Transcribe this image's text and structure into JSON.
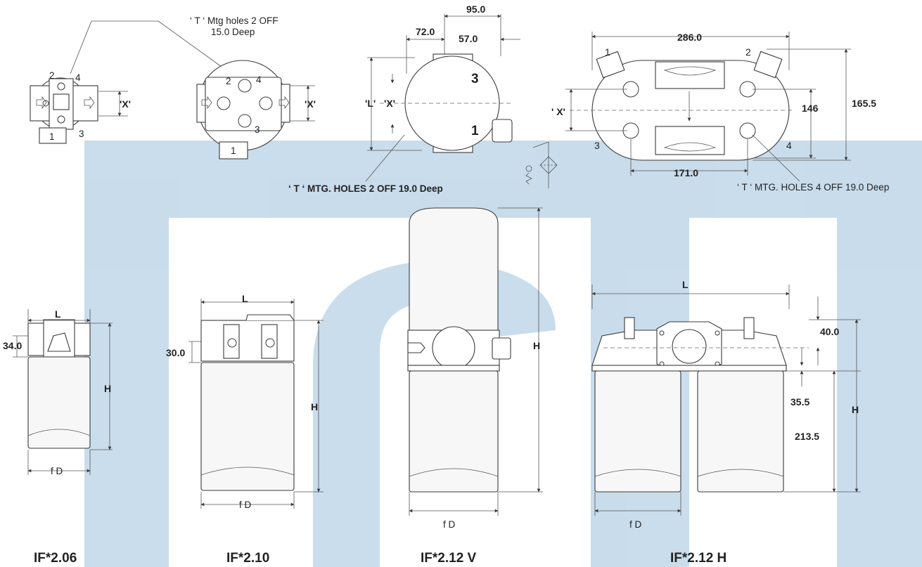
{
  "colors": {
    "watermark": "#9ec1dc",
    "line": "#3a3a3a",
    "text": "#222222"
  },
  "top_views": {
    "if206": {
      "x_label": "'X'",
      "port_1": "1",
      "port_2": "2",
      "port_3": "3",
      "port_4": "4"
    },
    "if210": {
      "x_label": "'X'",
      "port_1": "1",
      "port_2": "2",
      "port_3": "3",
      "port_4": "4",
      "note_line1": "‘ T ‘ Mtg holes 2 OFF",
      "note_line2": "15.0 Deep"
    },
    "if212v": {
      "dim_95": "95.0",
      "dim_72": "72.0",
      "dim_57": "57.0",
      "l_label": "'L'",
      "x_label": "'X'",
      "port_3": "3",
      "port_1": "1",
      "note": "‘ T ‘ MTG. HOLES 2 OFF 19.0 Deep"
    },
    "if212h": {
      "dim_286": "286.0",
      "dim_146": "146",
      "dim_165": "165.5",
      "dim_171": "171.0",
      "x_label": "' X'",
      "port_1": "1",
      "port_2": "2",
      "port_3": "3",
      "port_4": "4",
      "note": "‘ T ‘ MTG. HOLES 4 OFF 19.0 Deep"
    }
  },
  "side_views": {
    "if206": {
      "l": "L",
      "h": "H",
      "d": "f D",
      "dim_34": "34.0"
    },
    "if210": {
      "l": "L",
      "h": "H",
      "d": "f D",
      "dim_30": "30.0"
    },
    "if212v": {
      "h": "H",
      "d": "f D"
    },
    "if212h": {
      "l": "L",
      "h": "H",
      "d": "f D",
      "dim_40": "40.0",
      "dim_35": "35.5",
      "dim_213": "213.5"
    }
  },
  "captions": [
    "IF*2.06",
    "IF*2.10",
    "IF*2.12 V",
    "IF*2.12 H"
  ]
}
